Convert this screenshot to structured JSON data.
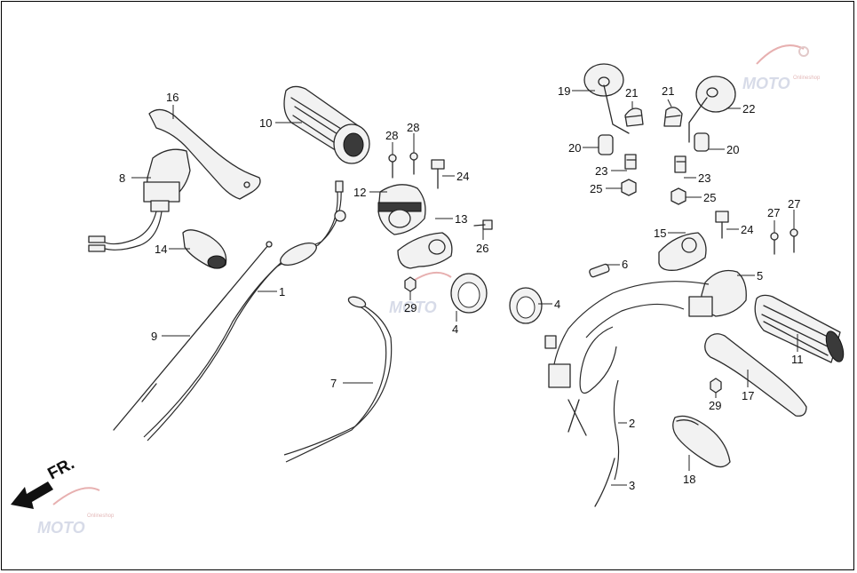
{
  "direction_label": "FR.",
  "watermark": {
    "text": "MOTO",
    "subtext": "Onlineshop"
  },
  "callouts": [
    "1",
    "2",
    "3",
    "4",
    "4",
    "5",
    "6",
    "7",
    "8",
    "9",
    "10",
    "11",
    "12",
    "13",
    "14",
    "15",
    "16",
    "17",
    "18",
    "19",
    "20",
    "20",
    "21",
    "21",
    "22",
    "23",
    "23",
    "24",
    "24",
    "25",
    "25",
    "26",
    "27",
    "27",
    "28",
    "28",
    "29",
    "29"
  ]
}
